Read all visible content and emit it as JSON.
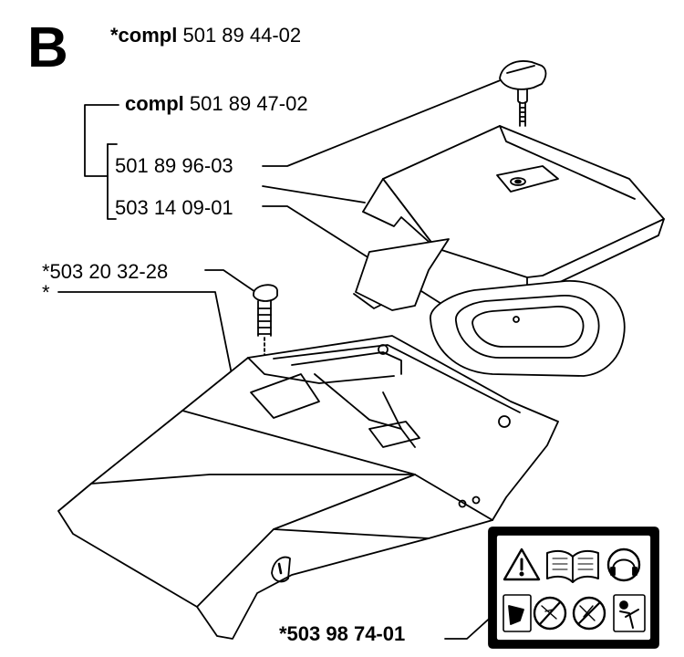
{
  "section_letter": "B",
  "labels": {
    "assembly_main": {
      "prefix": "*compl",
      "number": "501 89 44-02"
    },
    "assembly_sub": {
      "prefix": "compl",
      "number": "501 89 47-02"
    },
    "part_knob": "501 89 96-03",
    "part_cover": "503 14 09-01",
    "part_screw": "*503 20 32-28",
    "part_housing": "*",
    "part_decal": "*503 98 74-01"
  },
  "decal_symbols": [
    "warning-triangle-icon",
    "manual-book-icon",
    "ear-protection-icon",
    "no-hand-icon",
    "no-saw-icon",
    "no-hazard-icon",
    "operator-icon"
  ]
}
